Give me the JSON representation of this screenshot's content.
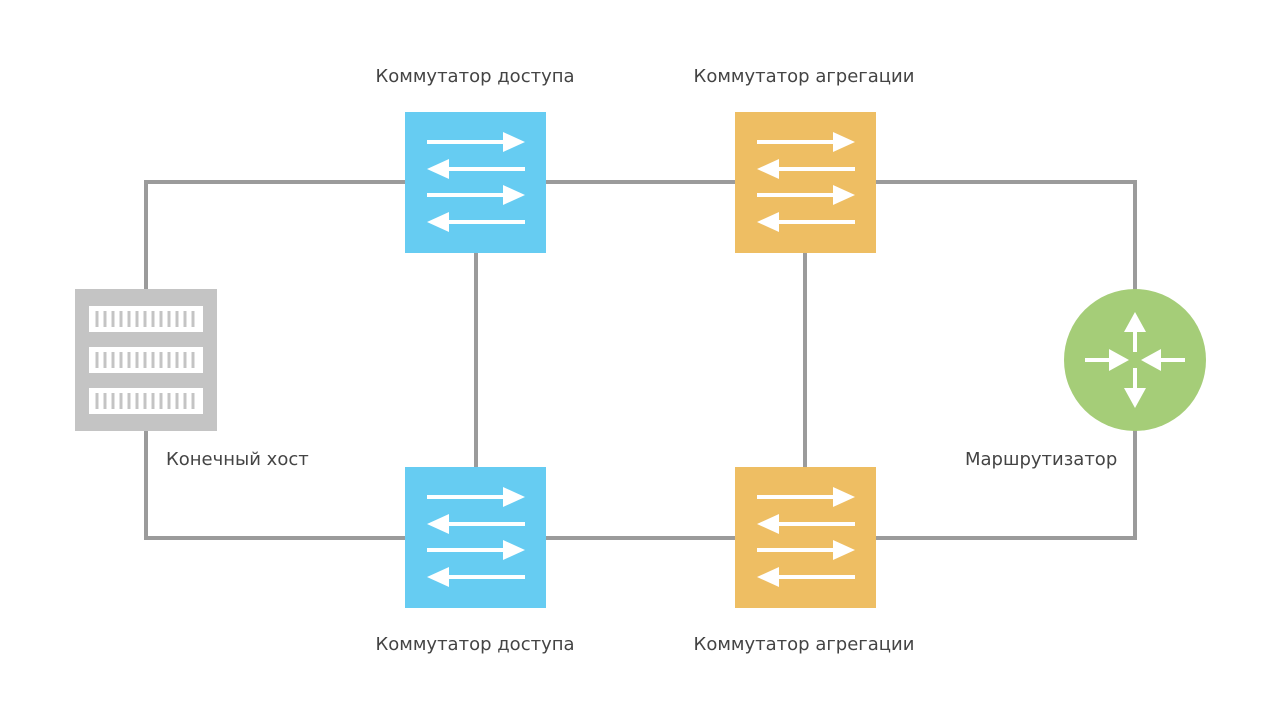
{
  "labels": {
    "access_switch_top": "Коммутатор доступа",
    "aggregation_switch_top": "Коммутатор агрегации",
    "end_host": "Конечный хост",
    "router": "Маршрутизатор",
    "access_switch_bottom": "Коммутатор доступа",
    "aggregation_switch_bottom": "Коммутатор агрегации"
  },
  "colors": {
    "link": "#9b9b9b",
    "access_switch": "#66ccf2",
    "aggregation_switch": "#eebe63",
    "router": "#a5cd78",
    "host": "#c4c4c4",
    "icon": "#ffffff"
  },
  "icons": {
    "switch": "bidirectional-arrows-icon",
    "router": "router-arrows-icon",
    "host": "server-rack-icon"
  }
}
